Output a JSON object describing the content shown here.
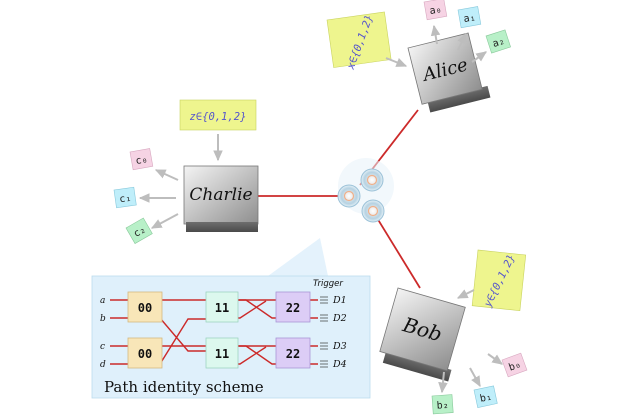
{
  "parties": {
    "alice": "Alice",
    "bob": "Bob",
    "charlie": "Charlie"
  },
  "inputs": {
    "alice": "x∈{0,1,2}",
    "bob": "y∈{0,1,2}",
    "charlie": "z∈{0,1,2}"
  },
  "outputs": {
    "alice": [
      "a₀",
      "a₁",
      "a₂"
    ],
    "bob": [
      "b₀",
      "b₁",
      "b₂"
    ],
    "charlie": [
      "c₀",
      "c₁",
      "c₂"
    ]
  },
  "scheme": {
    "title": "Path identity scheme",
    "trigger": "Trigger",
    "inputs": [
      "a",
      "b",
      "c",
      "d"
    ],
    "detectors": [
      "D1",
      "D2",
      "D3",
      "D4"
    ],
    "stage1": [
      "00",
      "00"
    ],
    "stage2": [
      "11",
      "11"
    ],
    "stage3": [
      "22",
      "22"
    ]
  },
  "colors": {
    "note": "#eef58e",
    "line": "#cc2a2a",
    "panel": "#dff0fb",
    "note_text": "#5555cc",
    "out_pink": "#f6d3e4",
    "out_cyan": "#bfeefa",
    "out_green": "#b8f0c8",
    "box00": "#f8e6b8",
    "box11": "#dcf8ee",
    "box22": "#dccdf6"
  }
}
